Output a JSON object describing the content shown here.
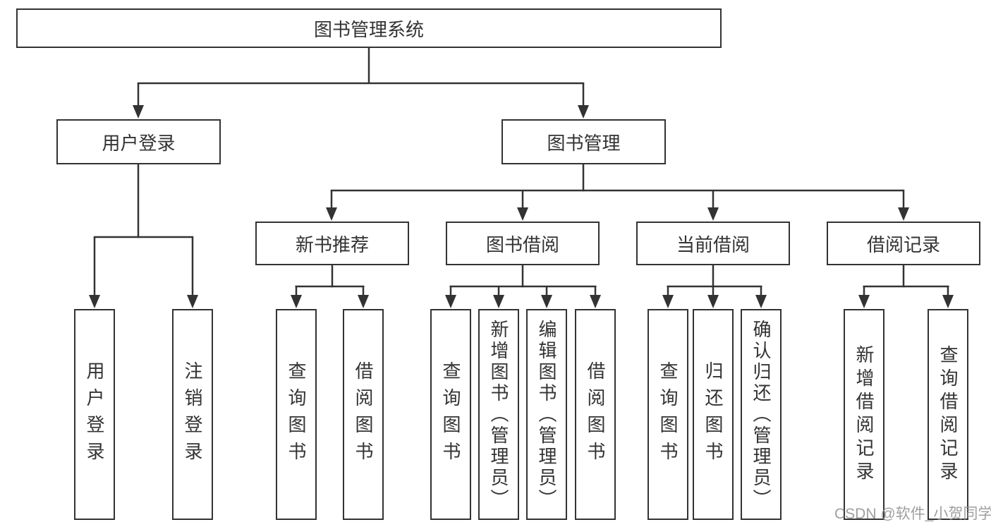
{
  "diagram": {
    "title": "图书管理系统",
    "root": {
      "label": "图书管理系统"
    },
    "level2": [
      {
        "label": "用户登录"
      },
      {
        "label": "图书管理"
      }
    ],
    "level3": [
      {
        "label": "新书推荐",
        "parent": "图书管理"
      },
      {
        "label": "图书借阅",
        "parent": "图书管理"
      },
      {
        "label": "当前借阅",
        "parent": "图书管理"
      },
      {
        "label": "借阅记录",
        "parent": "图书管理"
      }
    ],
    "leaves": [
      {
        "label": "用户登录",
        "parent": "用户登录"
      },
      {
        "label": "注销登录",
        "parent": "用户登录"
      },
      {
        "label": "查询图书",
        "parent": "新书推荐"
      },
      {
        "label": "借阅图书",
        "parent": "新书推荐"
      },
      {
        "label": "查询图书",
        "parent": "图书借阅"
      },
      {
        "label": "新增图书（管理员）",
        "parent": "图书借阅"
      },
      {
        "label": "编辑图书（管理员）",
        "parent": "图书借阅"
      },
      {
        "label": "借阅图书",
        "parent": "图书借阅"
      },
      {
        "label": "查询图书",
        "parent": "当前借阅"
      },
      {
        "label": "归还图书",
        "parent": "当前借阅"
      },
      {
        "label": "确认归还（管理员）",
        "parent": "当前借阅"
      },
      {
        "label": "新增借阅记录",
        "parent": "借阅记录"
      },
      {
        "label": "查询借阅记录",
        "parent": "借阅记录"
      }
    ]
  },
  "watermark": {
    "text": "CSDN @软件_小贺同学"
  },
  "colors": {
    "line": "#333333",
    "box_border": "#333333",
    "box_fill": "#ffffff",
    "text": "#333333",
    "watermark": "#8f8f90",
    "background": "#ffffff"
  }
}
